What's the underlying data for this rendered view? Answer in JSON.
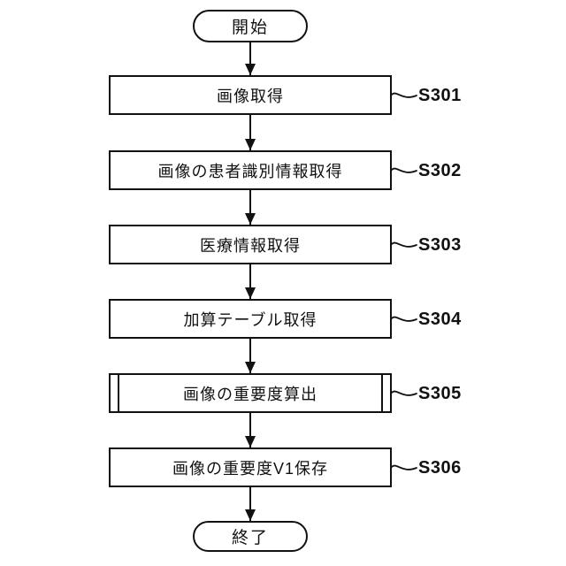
{
  "diagram": {
    "title_semantic": "flowchart",
    "start_label": "開始",
    "end_label": "終了",
    "steps": [
      {
        "id": "S301",
        "text": "画像取得",
        "type": "process"
      },
      {
        "id": "S302",
        "text": "画像の患者識別情報取得",
        "type": "process"
      },
      {
        "id": "S303",
        "text": "医療情報取得",
        "type": "process"
      },
      {
        "id": "S304",
        "text": "加算テーブル取得",
        "type": "process"
      },
      {
        "id": "S305",
        "text": "画像の重要度算出",
        "type": "predefined-process"
      },
      {
        "id": "S306",
        "text": "画像の重要度V1保存",
        "type": "process"
      }
    ],
    "colors": {
      "stroke": "#111111",
      "background": "#ffffff",
      "text": "#111111"
    }
  }
}
